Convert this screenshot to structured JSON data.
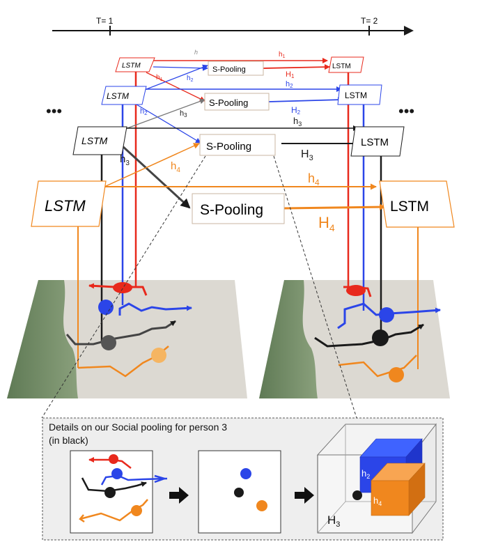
{
  "timeline": {
    "t1": "T= 1",
    "t2": "T= 2"
  },
  "ellipsis": {
    "left": "•••",
    "right": "•••"
  },
  "lstm": {
    "p1_left": "LSTM",
    "p2_left": "LSTM",
    "p3_left": "LSTM",
    "p4_left": "LSTM",
    "p1_right": "LSTM",
    "p2_right": "LSTM",
    "p3_right": "LSTM",
    "p4_right": "LSTM"
  },
  "pooling": {
    "p1": "S-Pooling",
    "p2": "S-Pooling",
    "p3": "S-Pooling",
    "p4": "S-Pooling"
  },
  "hidden": {
    "h_gray": "h",
    "h1_top": "h",
    "h1_top_sub": "1",
    "h1_diag": "h",
    "h1_diag_sub": "1",
    "H1": "H",
    "H1_sub": "1",
    "h2_diag": "h",
    "h2_diag_sub": "2",
    "h2_top": "h",
    "h2_top_sub": "2",
    "h2_low": "h",
    "h2_low_sub": "2",
    "H2": "H",
    "H2_sub": "2",
    "h3_diag": "h",
    "h3_diag_sub": "3",
    "h3_top": "h",
    "h3_top_sub": "3",
    "H3": "H",
    "H3_sub": "3",
    "h3_long": "h",
    "h3_long_sub": "3",
    "h4_diag": "h",
    "h4_diag_sub": "4",
    "h4_top": "h",
    "h4_top_sub": "4",
    "H4": "H",
    "H4_sub": "4"
  },
  "details": {
    "caption_line1": "Details on our Social pooling for person 3",
    "caption_line2": "(in black)",
    "cube_h2": "h",
    "cube_h2_sub": "2",
    "cube_h4": "h",
    "cube_h4_sub": "4",
    "cube_H3": "H",
    "cube_H3_sub": "3"
  },
  "colors": {
    "person1": "#e8291c",
    "person2": "#2b45e8",
    "person3": "#1a1a1a",
    "person4": "#f0871e",
    "gray_link": "#777777",
    "pooling_border": "#c9b6a0",
    "panel_bg": "#eeeeee",
    "scene_bg": "#dcd9d2",
    "grass": "#6f8a63"
  }
}
